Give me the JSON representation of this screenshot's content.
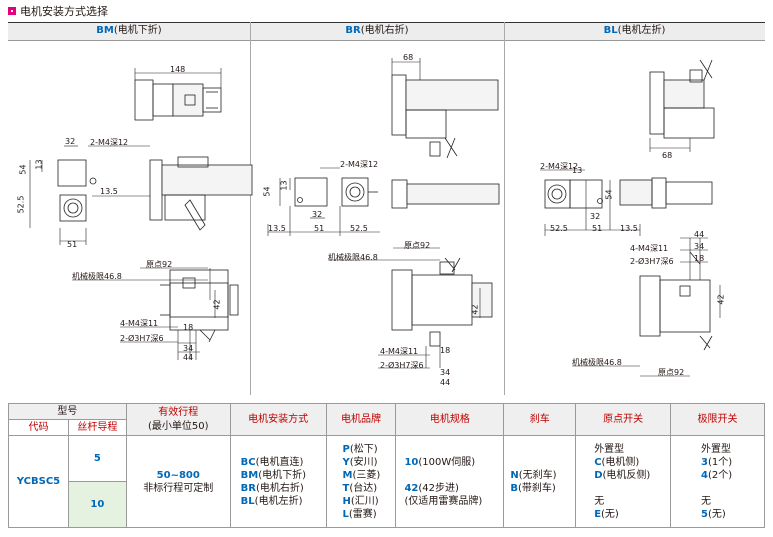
{
  "section_title": "电机安装方式选择",
  "mounting_headers": [
    {
      "code": "BM",
      "label": "(电机下折)"
    },
    {
      "code": "BR",
      "label": "(电机右折)"
    },
    {
      "code": "BL",
      "label": "(电机左折)"
    }
  ],
  "drawings": {
    "bm": {
      "d148": "148",
      "d32": "32",
      "tap": "2-M4深12",
      "d54": "54",
      "d13": "13",
      "d13_5": "13.5",
      "d52_5": "52.5",
      "d51": "51",
      "origin": "原点92",
      "limit": "机械极限46.8",
      "tap2": "4-M4深11",
      "hole": "2-Ø3H7深6",
      "d34": "34",
      "d44": "44",
      "d18": "18",
      "d42": "42"
    },
    "br": {
      "d68": "68",
      "tap": "2-M4深12",
      "d54": "54",
      "d13": "13",
      "d32": "32",
      "d13_5": "13.5",
      "d51": "51",
      "d52_5": "52.5",
      "origin": "原点92",
      "limit": "机械极限46.8",
      "tap2": "4-M4深11",
      "hole": "2-Ø3H7深6",
      "d34": "34",
      "d44": "44",
      "d18": "18",
      "d42": "42"
    },
    "bl": {
      "d68": "68",
      "tap": "2-M4深12",
      "d13": "13",
      "d32": "32",
      "d54": "54",
      "d52_5": "52.5",
      "d51": "51",
      "d13_5": "13.5",
      "d44": "44",
      "tap2": "4-M4深11",
      "hole": "2-Ø3H7深6",
      "d34": "34",
      "d18": "18",
      "d42": "42",
      "limit": "机械极限46.8",
      "origin": "原点92"
    }
  },
  "table": {
    "headers": {
      "model": "型号",
      "code": "代码",
      "lead": "丝杆导程",
      "stroke": "有效行程",
      "stroke_sub": "(最小单位50)",
      "mount": "电机安装方式",
      "brand": "电机品牌",
      "spec": "电机规格",
      "brake": "刹车",
      "origin": "原点开关",
      "limit": "极限开关"
    },
    "code": "YCBSC5",
    "leads": [
      "5",
      "10"
    ],
    "stroke_range": "50~800",
    "stroke_note": "非标行程可定制",
    "mounts": [
      {
        "code": "BC",
        "label": "(电机直连)"
      },
      {
        "code": "BM",
        "label": "(电机下折)"
      },
      {
        "code": "BR",
        "label": "(电机右折)"
      },
      {
        "code": "BL",
        "label": "(电机左折)"
      }
    ],
    "brands": [
      {
        "code": "P",
        "label": "(松下)"
      },
      {
        "code": "Y",
        "label": "(安川)"
      },
      {
        "code": "M",
        "label": "(三菱)"
      },
      {
        "code": "T",
        "label": "(台达)"
      },
      {
        "code": "H",
        "label": "(汇川)"
      },
      {
        "code": "L",
        "label": "(雷赛)"
      }
    ],
    "specs": [
      {
        "code": "10",
        "label": "(100W伺服)"
      },
      {
        "code": "42",
        "label": "(42步进)"
      }
    ],
    "spec_note": "(仅适用雷赛品牌)",
    "brakes": [
      {
        "code": "N",
        "label": "(无刹车)"
      },
      {
        "code": "B",
        "label": "(带刹车)"
      }
    ],
    "origin_title": "外置型",
    "origins": [
      {
        "code": "C",
        "label": "(电机侧)"
      },
      {
        "code": "D",
        "label": "(电机反侧)"
      }
    ],
    "origin_none_label": "无",
    "origin_none": {
      "code": "E",
      "label": "(无)"
    },
    "limit_title": "外置型",
    "limits": [
      {
        "code": "3",
        "label": "(1个)"
      },
      {
        "code": "4",
        "label": "(2个)"
      }
    ],
    "limit_none_label": "无",
    "limit_none": {
      "code": "5",
      "label": "(无)"
    }
  }
}
